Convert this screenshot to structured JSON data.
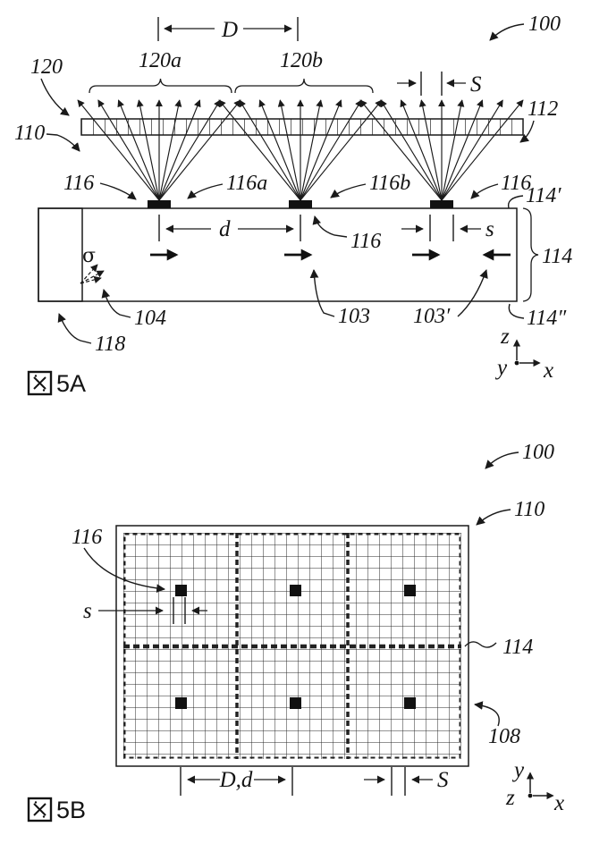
{
  "page": {
    "background": "#ffffff",
    "ink": "#1a1a1a"
  },
  "figure_a": {
    "caption": "図 5A",
    "caption_number": "5A",
    "labels": {
      "ref_100": "100",
      "ref_120": "120",
      "ref_120a": "120a",
      "ref_120b": "120b",
      "dim_D": "D",
      "dim_S": "S",
      "ref_112": "112",
      "ref_110": "110",
      "ref_116_left": "116",
      "ref_116a": "116a",
      "ref_116b": "116b",
      "ref_116_right": "116",
      "ref_114_prime": "114′",
      "ref_114": "114",
      "ref_114_dprime": "114″",
      "ref_116_mid": "116",
      "dim_d": "d",
      "dim_s": "s",
      "sigma": "σ",
      "ref_104": "104",
      "ref_103": "103",
      "ref_103_prime": "103′",
      "ref_118": "118",
      "axis_z": "z",
      "axis_y": "y",
      "axis_x": "x"
    }
  },
  "figure_b": {
    "caption": "図 5B",
    "caption_number": "5B",
    "labels": {
      "ref_100": "100",
      "ref_110": "110",
      "ref_116": "116",
      "dim_s": "s",
      "ref_114": "114",
      "ref_108": "108",
      "dim_Dd": "D,d",
      "dim_S": "S",
      "axis_y": "y",
      "axis_z": "z",
      "axis_x": "x"
    }
  }
}
